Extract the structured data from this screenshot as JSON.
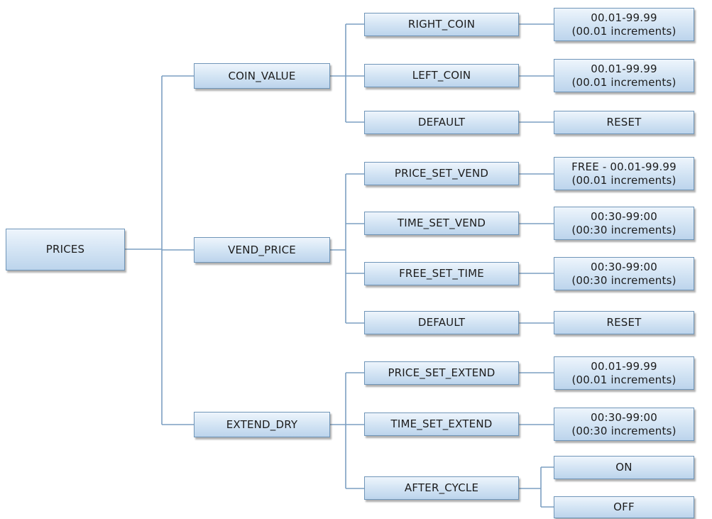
{
  "root": {
    "label": "PRICES"
  },
  "branches": [
    {
      "label": "COIN_VALUE",
      "options": [
        {
          "label": "RIGHT_COIN",
          "values": [
            {
              "lines": [
                "00.01-99.99",
                "(00.01 increments)"
              ]
            }
          ]
        },
        {
          "label": "LEFT_COIN",
          "values": [
            {
              "lines": [
                "00.01-99.99",
                "(00.01 increments)"
              ]
            }
          ]
        },
        {
          "label": "DEFAULT",
          "values": [
            {
              "lines": [
                "RESET"
              ]
            }
          ]
        }
      ]
    },
    {
      "label": "VEND_PRICE",
      "options": [
        {
          "label": "PRICE_SET_VEND",
          "values": [
            {
              "lines": [
                "FREE - 00.01-99.99",
                "(00.01 increments)"
              ]
            }
          ]
        },
        {
          "label": "TIME_SET_VEND",
          "values": [
            {
              "lines": [
                "00:30-99:00",
                "(00:30 increments)"
              ]
            }
          ]
        },
        {
          "label": "FREE_SET_TIME",
          "values": [
            {
              "lines": [
                "00:30-99:00",
                "(00:30 increments)"
              ]
            }
          ]
        },
        {
          "label": "DEFAULT",
          "values": [
            {
              "lines": [
                "RESET"
              ]
            }
          ]
        }
      ]
    },
    {
      "label": "EXTEND_DRY",
      "options": [
        {
          "label": "PRICE_SET_EXTEND",
          "values": [
            {
              "lines": [
                "00.01-99.99",
                "(00.01 increments)"
              ]
            }
          ]
        },
        {
          "label": "TIME_SET_EXTEND",
          "values": [
            {
              "lines": [
                "00:30-99:00",
                "(00:30 increments)"
              ]
            }
          ]
        },
        {
          "label": "AFTER_CYCLE",
          "values": [
            {
              "lines": [
                "ON"
              ]
            },
            {
              "lines": [
                "OFF"
              ]
            }
          ]
        }
      ]
    }
  ]
}
